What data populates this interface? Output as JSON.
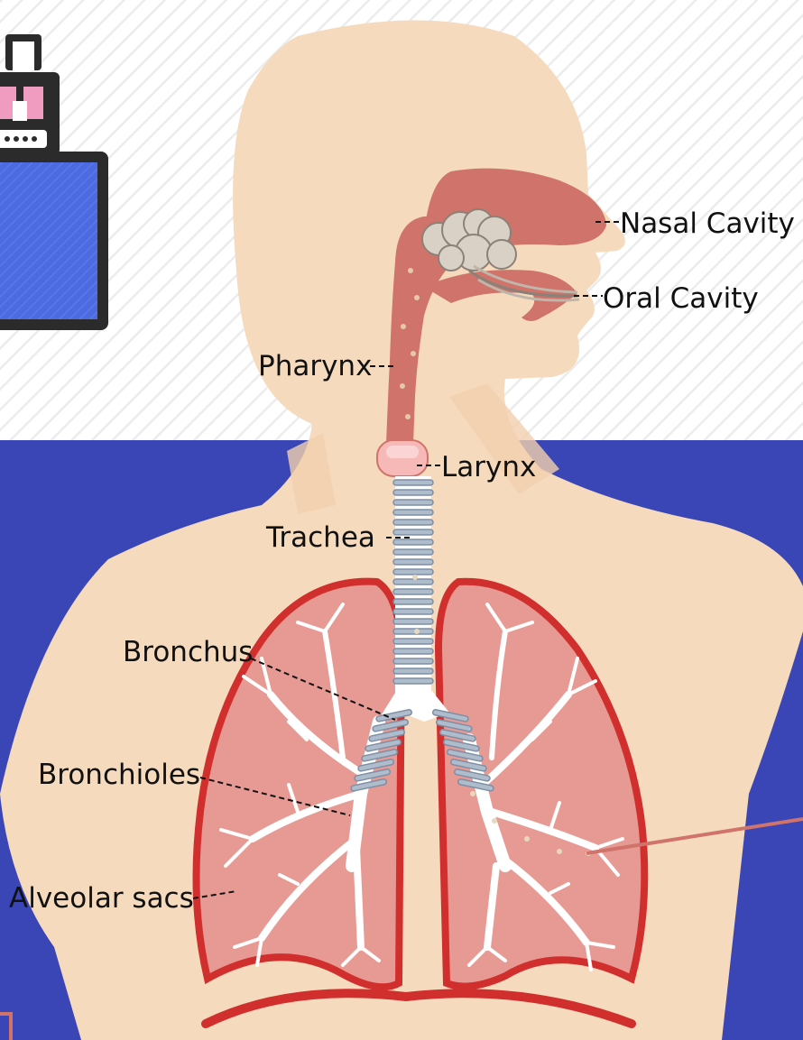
{
  "colors": {
    "background_top": "#ffffff",
    "background_bottom": "#3a46b6",
    "skin": "#f6dabd",
    "airway": "#d0736a",
    "lung": "#e79a94",
    "lung_outline": "#d12f2e",
    "bronchi": "#ffffff",
    "trachea_ring": "#aebccb",
    "device_screen": "#4d6be0",
    "device_accent": "#f09bc0"
  },
  "labels": {
    "nasal_cavity": "Nasal Cavity",
    "oral_cavity": "Oral Cavity",
    "pharynx": "Pharynx",
    "larynx": "Larynx",
    "trachea": "Trachea",
    "bronchus": "Bronchus",
    "bronchioles": "Bronchioles",
    "alveolar_sacs": "Alveolar sacs"
  },
  "icons": {
    "device": "vape-device-icon",
    "smoke": "smoke-cloud-icon"
  }
}
